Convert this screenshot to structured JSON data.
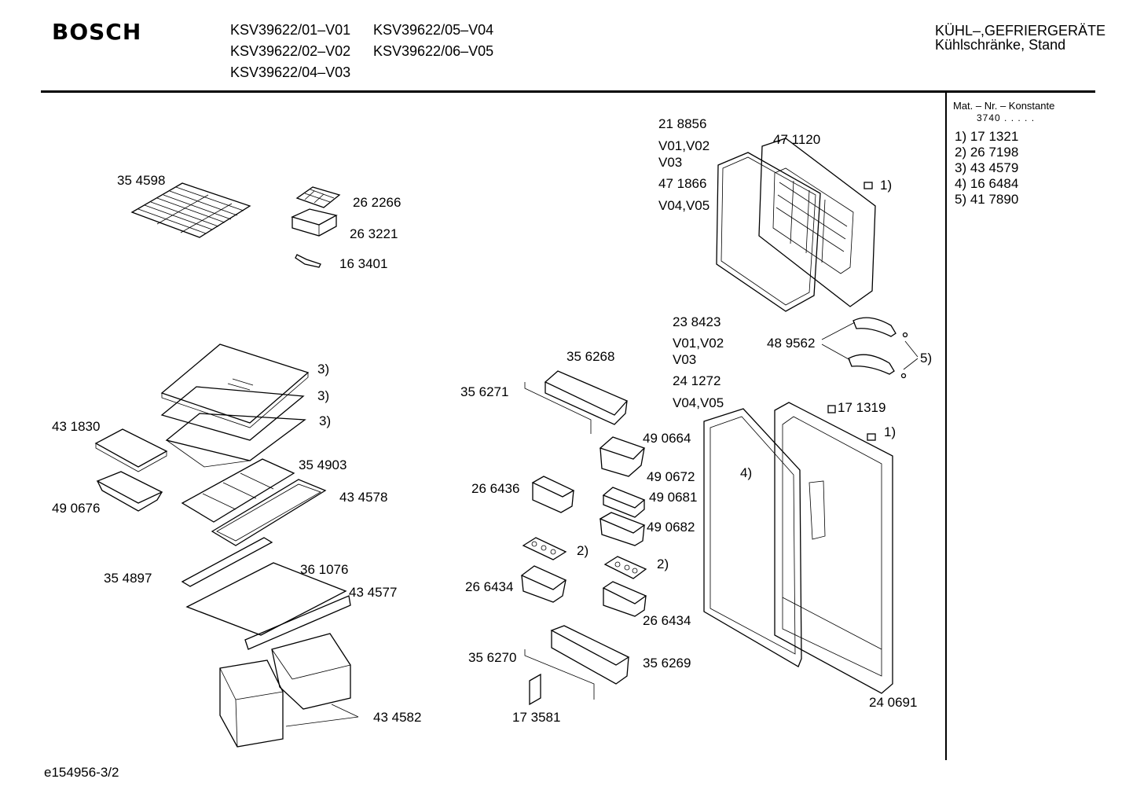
{
  "header": {
    "brand": "BOSCH",
    "models": [
      "KSV39622/01–V01",
      "KSV39622/05–V04",
      "KSV39622/02–V02",
      "KSV39622/06–V05",
      "KSV39622/04–V03"
    ],
    "category_line1": "KÜHL–,GEFRIERGERÄTE",
    "category_line2": "Kühlschränke, Stand"
  },
  "sidebar": {
    "mat_label": "Mat. – Nr. – Konstante",
    "konstante": "3740 . . . . .",
    "legend": [
      "1) 17 1321",
      "2) 26 7198",
      "3) 43 4579",
      "4) 16 6484",
      "5) 41 7890"
    ]
  },
  "parts": {
    "p354598": "35 4598",
    "p262266": "26 2266",
    "p263221": "26 3221",
    "p163401": "16 3401",
    "p218856": "21 8856",
    "v0102a": "V01,V02",
    "v03a": "V03",
    "p471866": "47 1866",
    "v0405a": "V04,V05",
    "p471120": "47 1120",
    "ref1a": "1)",
    "p238423": "23 8423",
    "v0102b": "V01,V02",
    "v03b": "V03",
    "p241272": "24 1272",
    "v0405b": "V04,V05",
    "p489562": "48 9562",
    "ref5": "5)",
    "p171319": "17 1319",
    "ref1b": "1)",
    "ref3a": "3)",
    "ref3b": "3)",
    "ref3c": "3)",
    "p431830": "43 1830",
    "p490676": "49 0676",
    "p354903": "35 4903",
    "p434578": "43 4578",
    "p354897": "35 4897",
    "p361076": "36 1076",
    "p434577": "43 4577",
    "p434582": "43 4582",
    "p356268": "35 6268",
    "p356271": "35 6271",
    "p490664": "49 0664",
    "p490672": "49 0672",
    "ref4": "4)",
    "p266436": "26 6436",
    "p490681": "49 0681",
    "p490682": "49 0682",
    "ref2a": "2)",
    "ref2b": "2)",
    "p266434a": "26 6434",
    "p266434b": "26 6434",
    "p356270": "35 6270",
    "p356269": "35 6269",
    "p173581": "17 3581",
    "p240691": "24 0691"
  },
  "footer": {
    "code": "e154956-3/2"
  }
}
